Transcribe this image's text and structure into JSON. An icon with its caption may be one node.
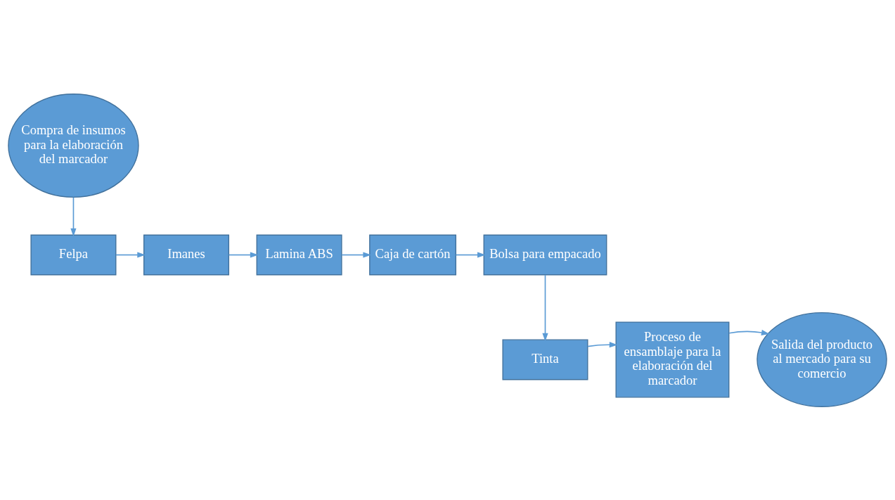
{
  "diagram": {
    "nodes": [
      {
        "text": [
          "Compra de insumos para la elaboración del marcador"
        ]
      },
      {
        "text": [
          "Felpa"
        ]
      },
      {
        "text": [
          "Imanes"
        ]
      },
      {
        "text": [
          "Lamina ABS"
        ]
      },
      {
        "text": [
          "Caja de cartón"
        ]
      },
      {
        "text": [
          "Bolsa para empacado"
        ]
      },
      {
        "text": [
          "Tinta"
        ]
      },
      {
        "text": [
          "Proceso de ensamblaje para la elaboración del marcador"
        ]
      },
      {
        "text": [
          "Salida del producto al mercado para su comercio"
        ]
      }
    ],
    "edges": [
      {
        "from": 0,
        "to": 1,
        "arrow": "to"
      },
      {
        "from": 1,
        "to": 2,
        "arrow": "to"
      },
      {
        "from": 2,
        "to": 3,
        "arrow": "to"
      },
      {
        "from": 3,
        "to": 4,
        "arrow": "to"
      },
      {
        "from": 4,
        "to": 5,
        "arrow": "to"
      },
      {
        "from": 5,
        "to": 6,
        "arrow": "to"
      },
      {
        "from": 6,
        "to": 7,
        "arrow": "to"
      },
      {
        "from": 7,
        "to": 8,
        "arrow": "to"
      }
    ]
  }
}
